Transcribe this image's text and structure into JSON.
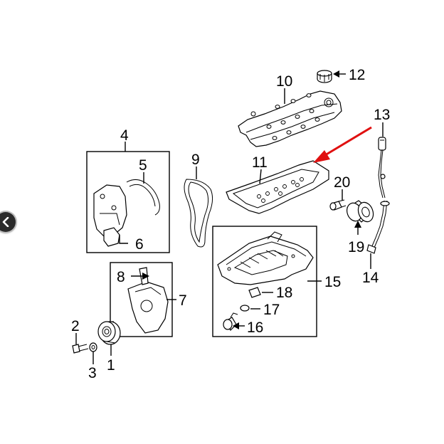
{
  "callouts": {
    "c1": "1",
    "c2": "2",
    "c3": "3",
    "c4": "4",
    "c5": "5",
    "c6": "6",
    "c7": "7",
    "c8": "8",
    "c9": "9",
    "c10": "10",
    "c11": "11",
    "c12": "12",
    "c13": "13",
    "c14": "14",
    "c15": "15",
    "c16": "16",
    "c17": "17",
    "c18": "18",
    "c19": "19",
    "c20": "20"
  },
  "highlight_color": "#e01010",
  "nav": {
    "icon": "chevron-left-icon"
  }
}
